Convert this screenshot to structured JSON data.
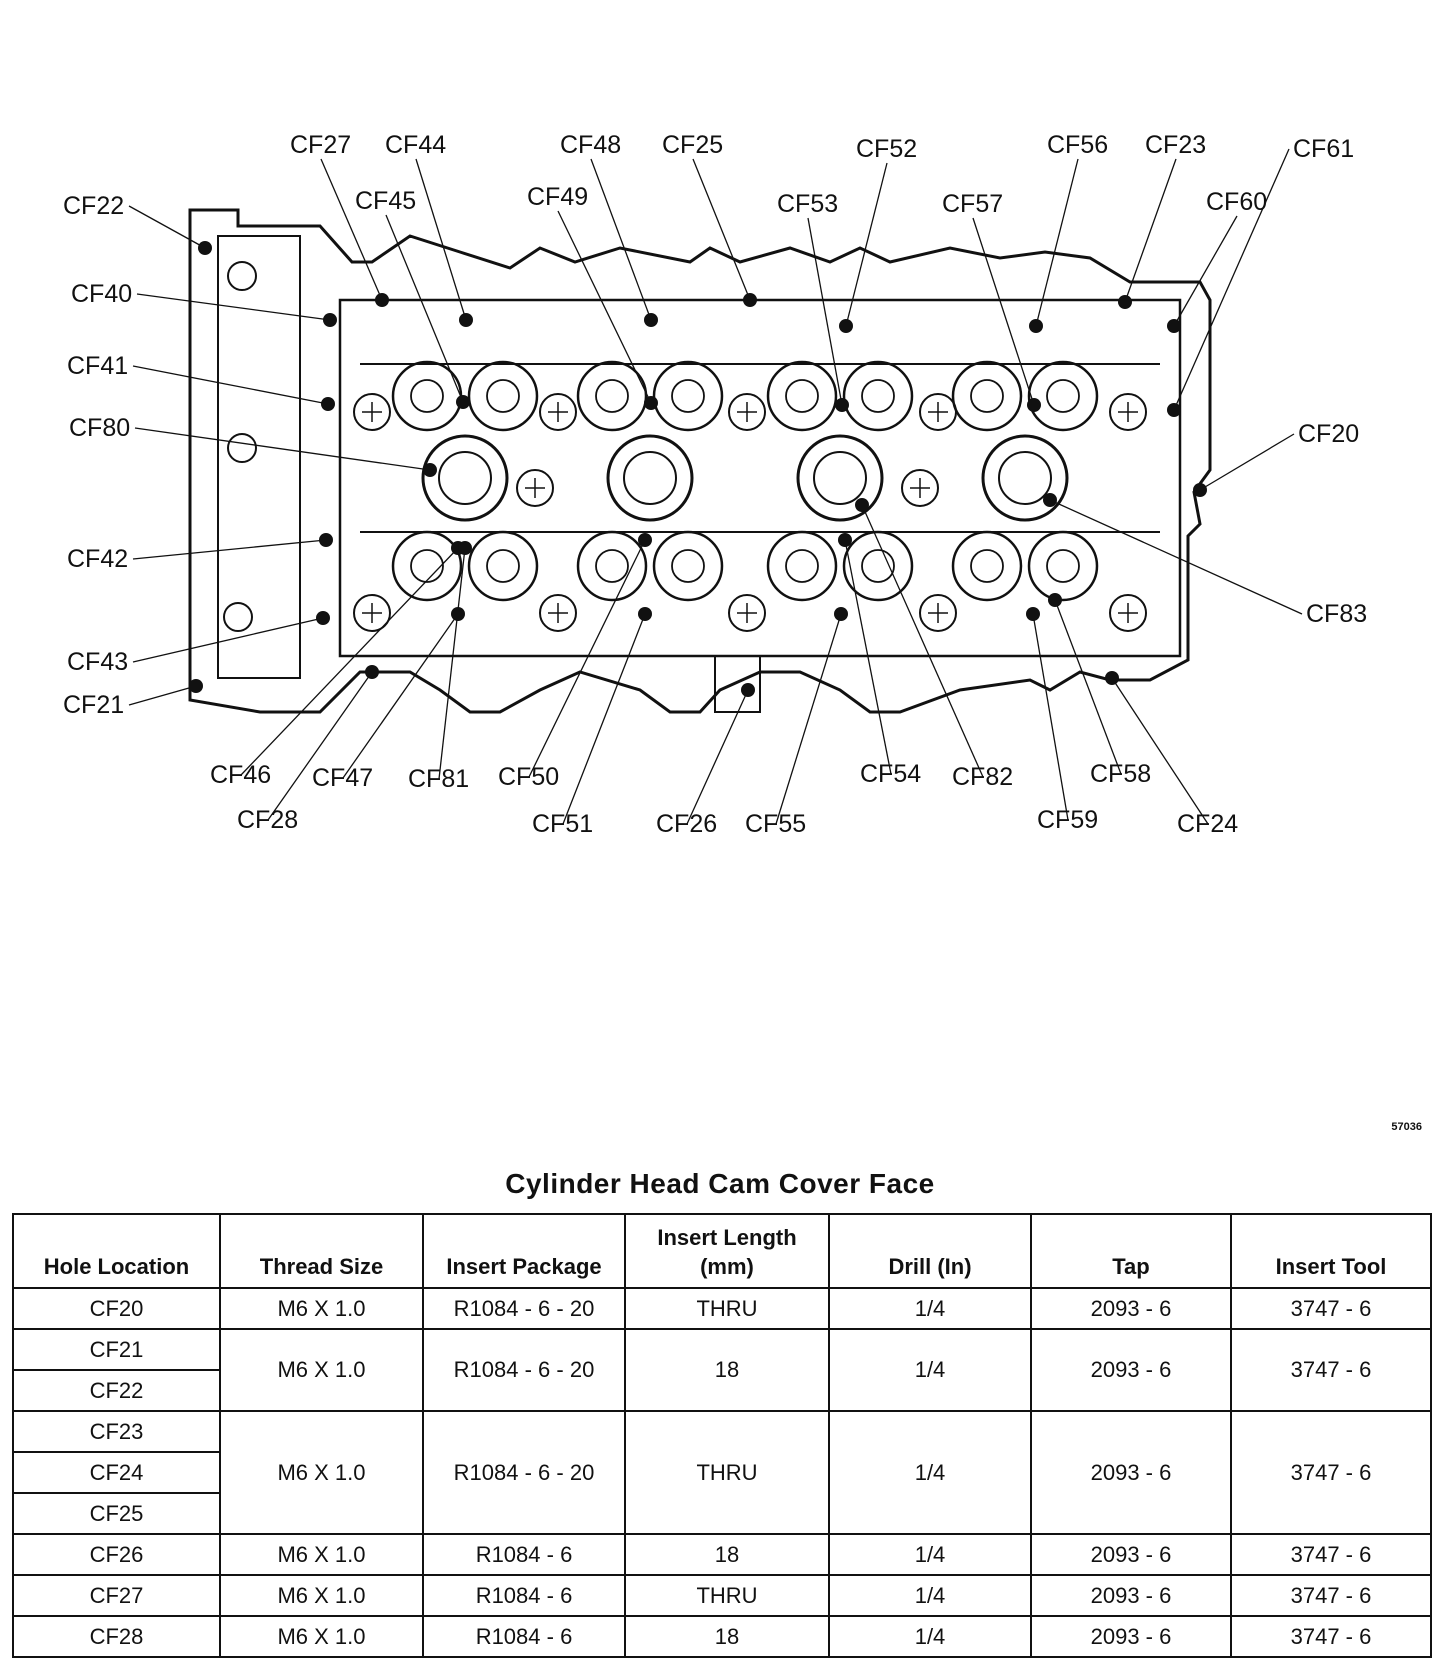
{
  "figure": {
    "number": "57036",
    "callouts": [
      "CF20",
      "CF21",
      "CF22",
      "CF23",
      "CF24",
      "CF25",
      "CF26",
      "CF27",
      "CF28",
      "CF40",
      "CF41",
      "CF42",
      "CF43",
      "CF44",
      "CF45",
      "CF46",
      "CF47",
      "CF48",
      "CF49",
      "CF50",
      "CF51",
      "CF52",
      "CF53",
      "CF54",
      "CF55",
      "CF56",
      "CF57",
      "CF58",
      "CF59",
      "CF60",
      "CF61",
      "CF80",
      "CF81",
      "CF82",
      "CF83"
    ]
  },
  "table": {
    "title": "Cylinder Head Cam Cover Face",
    "headers": [
      "Hole Location",
      "Thread Size",
      "Insert Package",
      "Insert Length (mm)",
      "Drill (In)",
      "Tap",
      "Insert Tool"
    ],
    "groups": [
      {
        "holes": [
          "CF20"
        ],
        "thread": "M6 X 1.0",
        "package": "R1084 - 6 - 20",
        "length": "THRU",
        "drill": "1/4",
        "tap": "2093 - 6",
        "tool": "3747 - 6"
      },
      {
        "holes": [
          "CF21",
          "CF22"
        ],
        "thread": "M6 X 1.0",
        "package": "R1084 - 6 - 20",
        "length": "18",
        "drill": "1/4",
        "tap": "2093 - 6",
        "tool": "3747 - 6"
      },
      {
        "holes": [
          "CF23",
          "CF24",
          "CF25"
        ],
        "thread": "M6 X 1.0",
        "package": "R1084 - 6 - 20",
        "length": "THRU",
        "drill": "1/4",
        "tap": "2093 - 6",
        "tool": "3747 - 6"
      },
      {
        "holes": [
          "CF26"
        ],
        "thread": "M6 X 1.0",
        "package": "R1084 - 6",
        "length": "18",
        "drill": "1/4",
        "tap": "2093 - 6",
        "tool": "3747 - 6"
      },
      {
        "holes": [
          "CF27"
        ],
        "thread": "M6 X 1.0",
        "package": "R1084 - 6",
        "length": "THRU",
        "drill": "1/4",
        "tap": "2093 - 6",
        "tool": "3747 - 6"
      },
      {
        "holes": [
          "CF28"
        ],
        "thread": "M6 X 1.0",
        "package": "R1084 - 6",
        "length": "18",
        "drill": "1/4",
        "tap": "2093 - 6",
        "tool": "3747 - 6"
      }
    ]
  }
}
